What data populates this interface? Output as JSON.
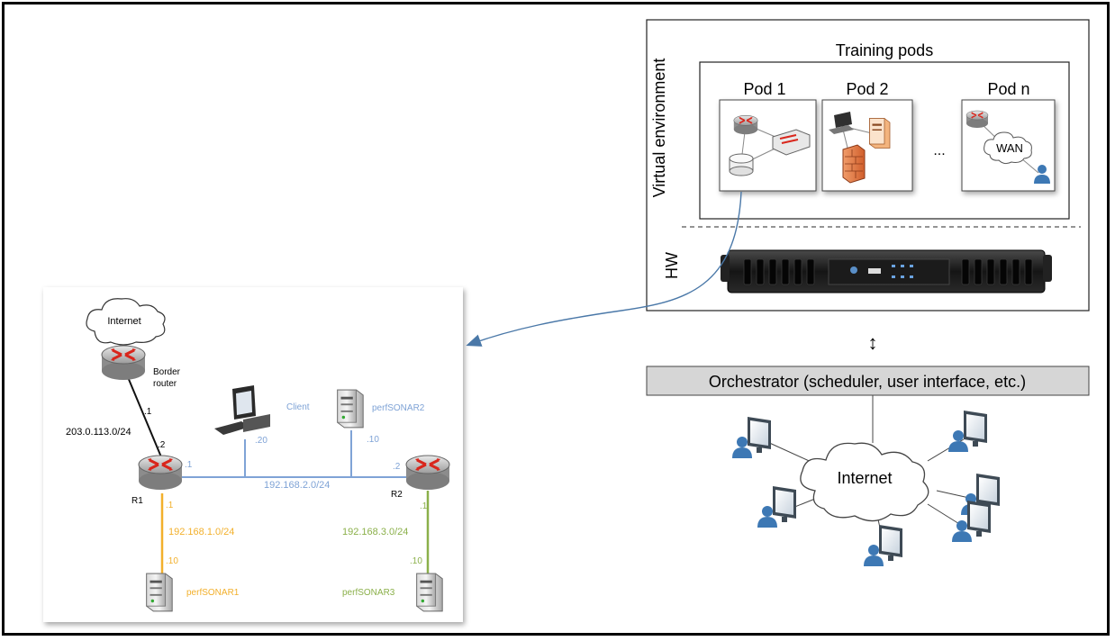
{
  "virtual_env": {
    "section_label": "Virtual environment",
    "hw_label": "HW",
    "pods_title": "Training pods",
    "pods": [
      {
        "label": "Pod 1"
      },
      {
        "label": "Pod 2"
      },
      {
        "label": "Pod n",
        "wan_label": "WAN"
      }
    ],
    "ellipsis": "..."
  },
  "orchestrator": {
    "label": "Orchestrator (scheduler, user interface, etc.)",
    "arrow_glyph": "↕"
  },
  "users_cloud": {
    "label": "Internet"
  },
  "topology": {
    "internet_label": "Internet",
    "border_router": {
      "label_line1": "Border",
      "label_line2": "router",
      "iface": ".1"
    },
    "wan_subnet": "203.0.113.0/24",
    "r1": {
      "label": "R1",
      "iface_up": ".2",
      "iface_right": ".1",
      "iface_down": ".1"
    },
    "r2": {
      "label": "R2",
      "iface_left": ".2",
      "iface_down": ".1"
    },
    "client": {
      "label": "Client",
      "iface": ".20"
    },
    "perfsonar2": {
      "label": "perfSONAR2",
      "iface": ".10"
    },
    "perfsonar1": {
      "label": "perfSONAR1",
      "iface": ".10"
    },
    "perfsonar3": {
      "label": "perfSONAR3",
      "iface": ".10"
    },
    "lan_blue": "192.168.2.0/24",
    "lan_orange": "192.168.1.0/24",
    "lan_green": "192.168.3.0/24"
  },
  "colors": {
    "blue": "#7fa3d6",
    "orange": "#f2b02c",
    "green": "#8bb04a",
    "arrow": "#4a78a8"
  }
}
